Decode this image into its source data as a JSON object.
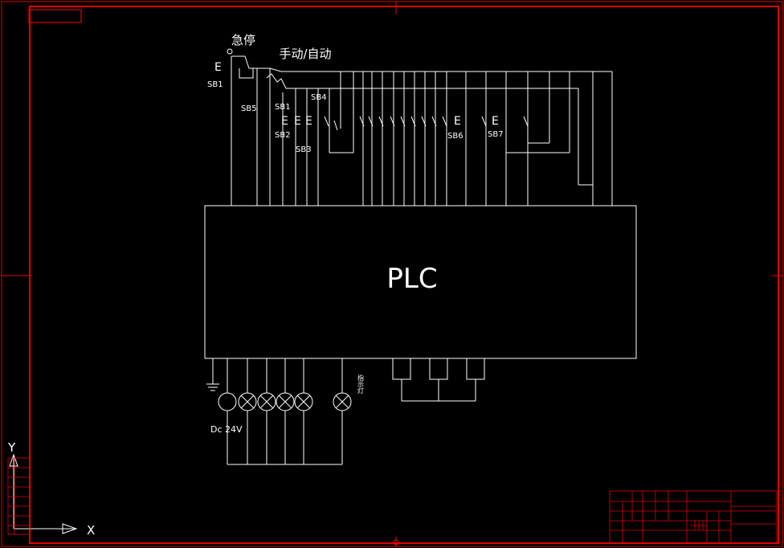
{
  "diagram": {
    "center_block_label": "PLC",
    "estop_label": "急停",
    "mode_label": "手动/自动",
    "switch_labels": {
      "sb1_left": "SB1",
      "sb5": "SB5",
      "sb1_right": "SB1",
      "sb2": "SB2",
      "sb3": "SB3",
      "sb4": "SB4",
      "sb6": "SB6",
      "sb7": "SB7"
    },
    "contact_symbol": "E",
    "power_label": "Dc 24V",
    "lamp_label": "指示灯"
  },
  "axes": {
    "x_label": "X",
    "y_label": "Y"
  },
  "colors": {
    "background": "#000000",
    "line": "#ffffff",
    "frame": "#e00000"
  }
}
